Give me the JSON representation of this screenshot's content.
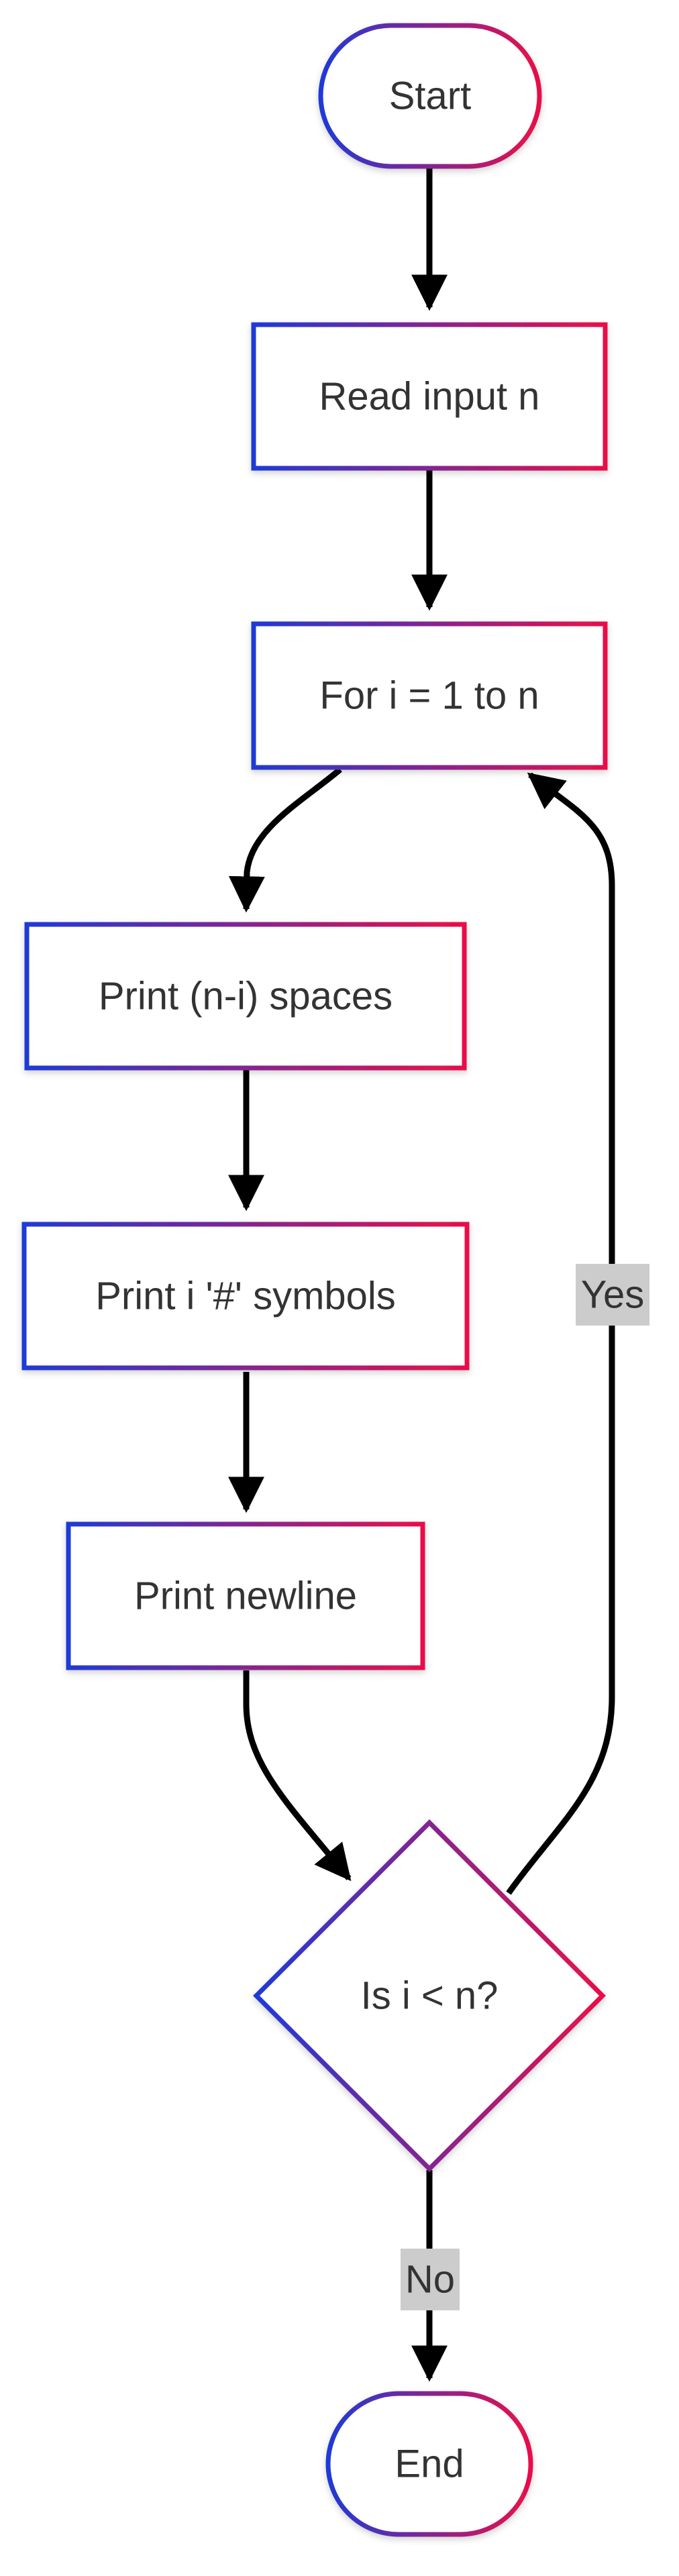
{
  "colors": {
    "gradient_start": "#1f3ad6",
    "gradient_end": "#e8104a",
    "edge": "#000000",
    "text": "#333333",
    "edge_label_bg": "#cccccc",
    "background": "#ffffff"
  },
  "nodes": {
    "start": {
      "label": "Start",
      "shape": "terminal"
    },
    "read_input": {
      "label": "Read input n",
      "shape": "process"
    },
    "for_loop": {
      "label": "For i = 1 to n",
      "shape": "process"
    },
    "print_spaces": {
      "label": "Print (n-i) spaces",
      "shape": "process"
    },
    "print_symbols": {
      "label": "Print i '#' symbols",
      "shape": "process"
    },
    "print_newline": {
      "label": "Print newline",
      "shape": "process"
    },
    "decision": {
      "label": "Is i < n?",
      "shape": "decision"
    },
    "end": {
      "label": "End",
      "shape": "terminal"
    }
  },
  "edges": {
    "yes": {
      "label": "Yes"
    },
    "no": {
      "label": "No"
    }
  }
}
